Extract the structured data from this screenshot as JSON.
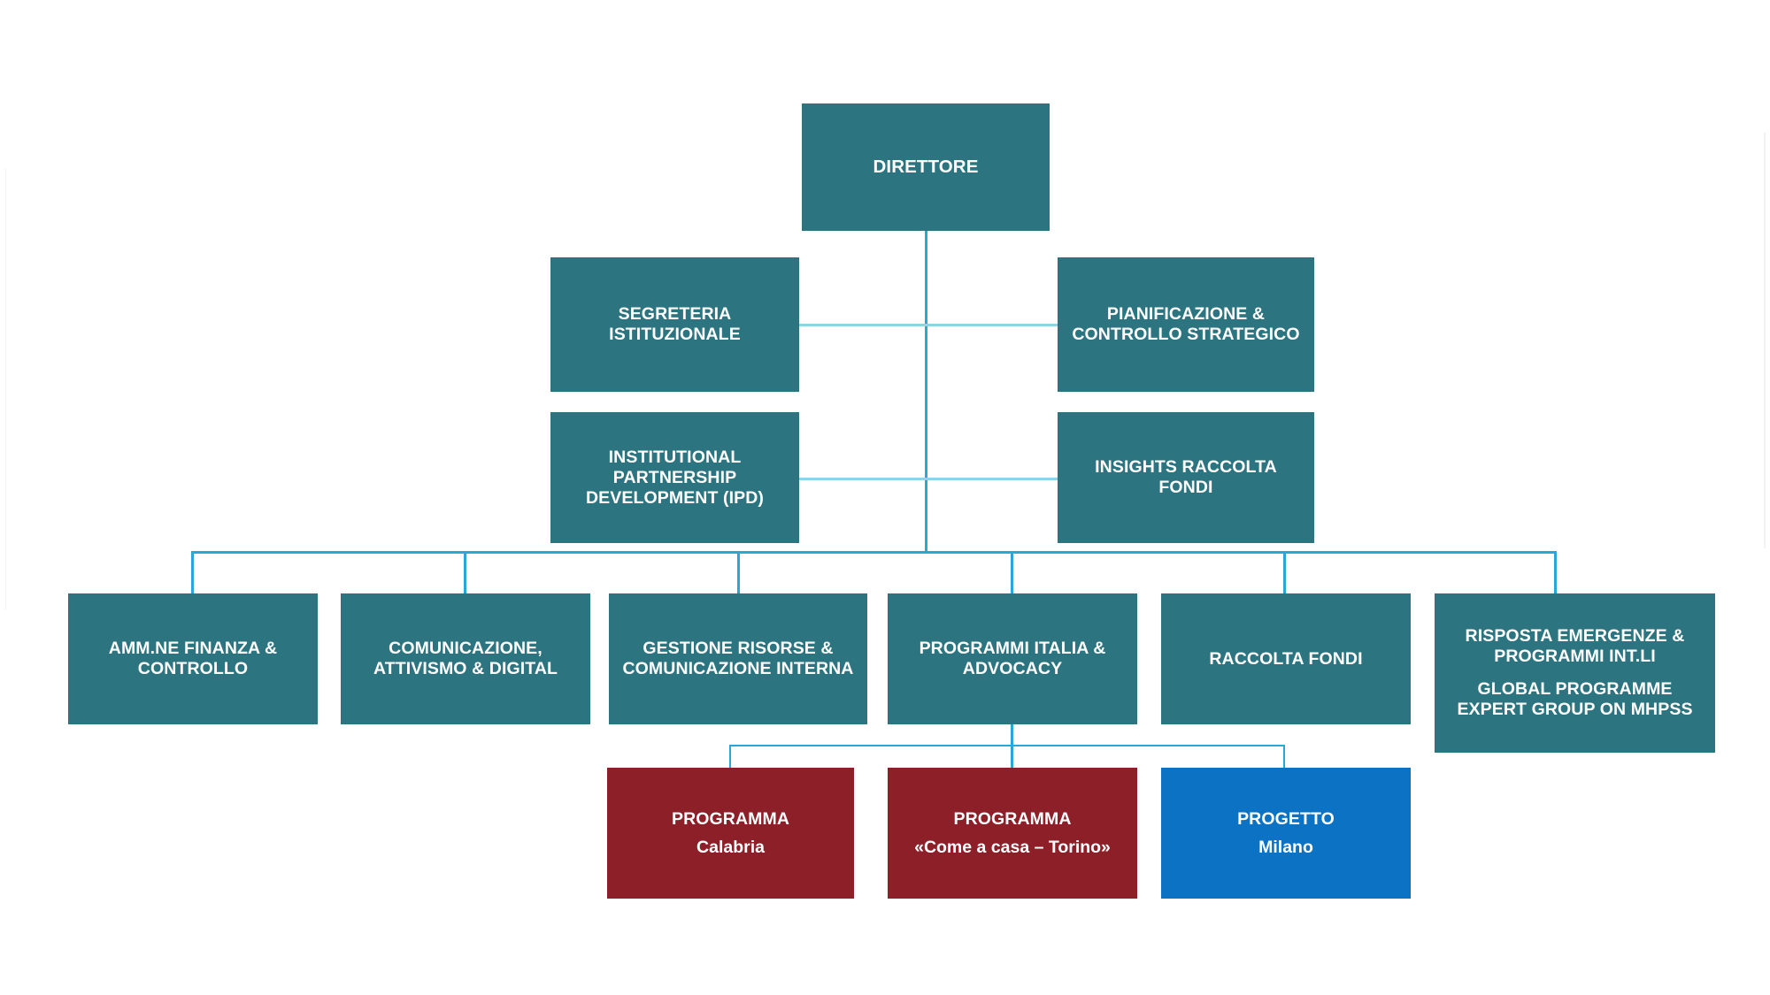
{
  "chart_title": "",
  "colors": {
    "teal": "#2b7480",
    "red": "#8c1f28",
    "blue": "#0b72c4",
    "connector": "#29a8d8",
    "connector_light": "#8ed3e8",
    "background": "#ffffff",
    "text": "#ffffff"
  },
  "nodes": {
    "director": {
      "label": "DIRETTORE"
    },
    "staff_left_1": {
      "label": "SEGRETERIA\nISTITUZIONALE"
    },
    "staff_right_1": {
      "label": "PIANIFICAZIONE &\nCONTROLLO STRATEGICO"
    },
    "staff_left_2": {
      "label": "INSTITUTIONAL\nPARTNERSHIP\nDEVELOPMENT (IPD)"
    },
    "staff_right_2": {
      "label": "INSIGHTS RACCOLTA\nFONDI"
    },
    "dept_1": {
      "label": "AMM.NE FINANZA &\nCONTROLLO"
    },
    "dept_2": {
      "label": "COMUNICAZIONE,\nATTIVISMO & DIGITAL"
    },
    "dept_3": {
      "label": "GESTIONE RISORSE &\nCOMUNICAZIONE INTERNA"
    },
    "dept_4": {
      "label": "PROGRAMMI ITALIA &\nADVOCACY"
    },
    "dept_5": {
      "label": "RACCOLTA FONDI"
    },
    "dept_6": {
      "label_primary": "RISPOSTA EMERGENZE &\nPROGRAMMI INT.LI",
      "label_secondary": "GLOBAL PROGRAMME\nEXPERT GROUP ON MHPSS"
    },
    "program_1": {
      "label": "PROGRAMMA",
      "sublabel": "Calabria"
    },
    "program_2": {
      "label": "PROGRAMMA",
      "sublabel": "«Come a casa – Torino»"
    },
    "program_3": {
      "label": "PROGETTO",
      "sublabel": "Milano"
    }
  }
}
